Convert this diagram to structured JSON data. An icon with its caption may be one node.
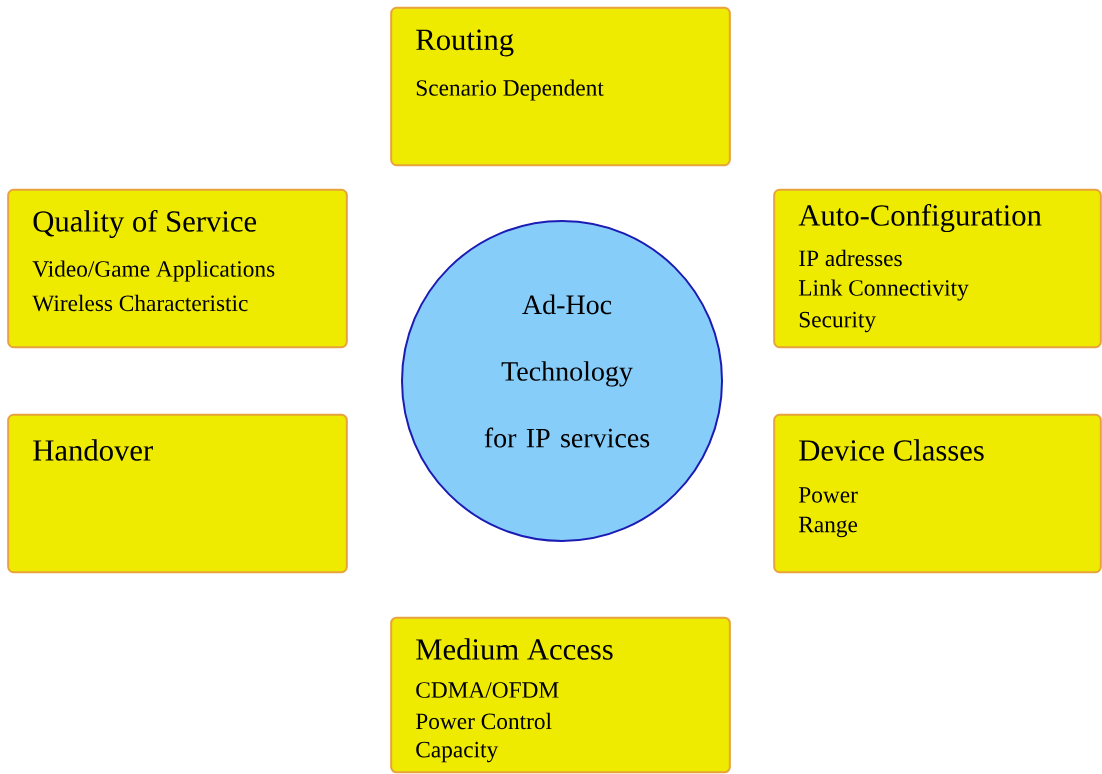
{
  "diagram": {
    "nodes": [
      {
        "text": [
          "Routing",
          "Scenario Dependent"
        ]
      },
      {
        "text": [
          "Quality of Service",
          "Video/Game Applications",
          "Wireless Characteristic"
        ]
      },
      {
        "text": [
          "Auto-Configuration",
          "IP adresses",
          "Link Connectivity",
          "Security"
        ]
      },
      {
        "text": [
          "Ad-Hoc Technology for IP services"
        ]
      },
      {
        "text": [
          "Handover"
        ]
      },
      {
        "text": [
          "Device Classes",
          "Power",
          "Range"
        ]
      },
      {
        "text": [
          "Medium Access",
          "CDMA/OFDM",
          "Power Control",
          "Capacity"
        ]
      }
    ]
  }
}
